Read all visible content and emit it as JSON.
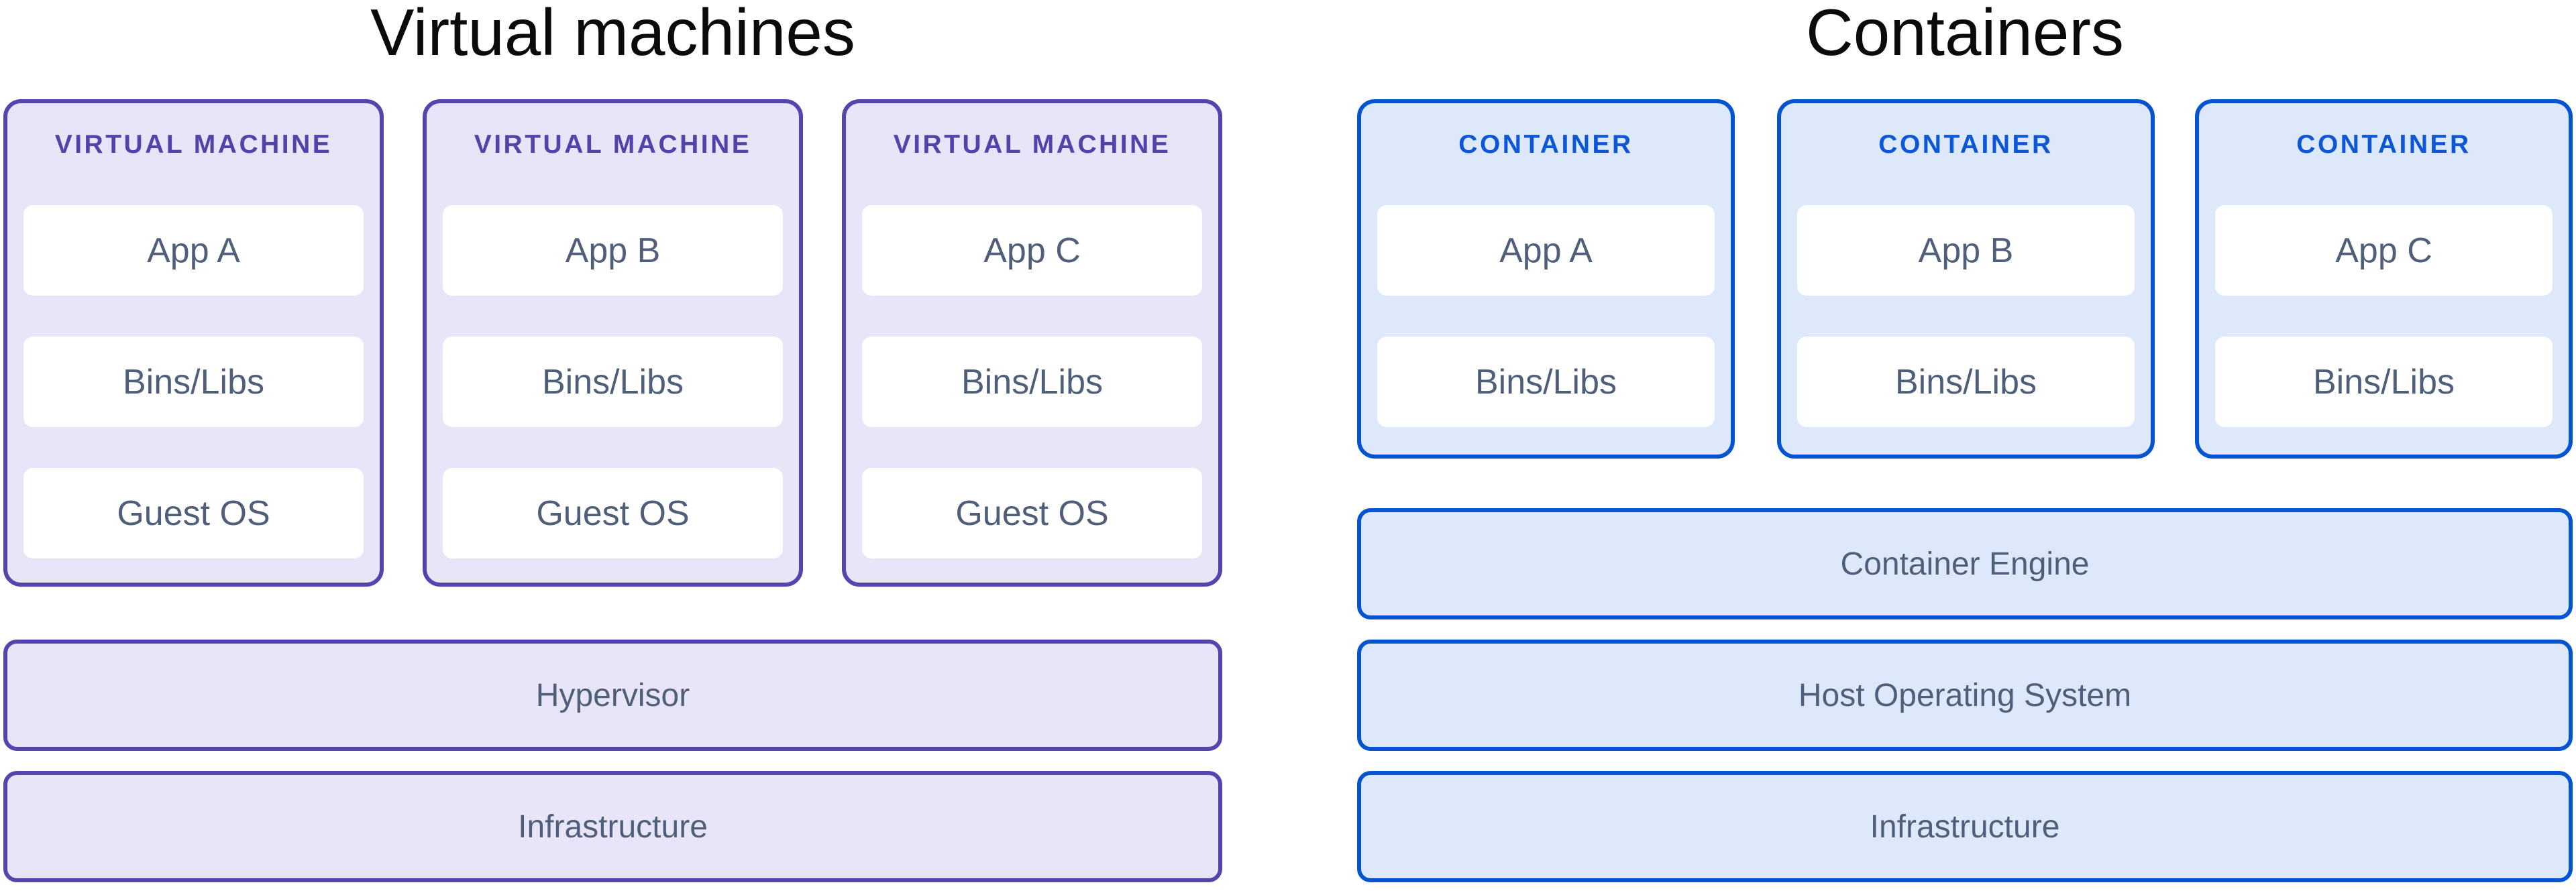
{
  "vm": {
    "title": "Virtual machines",
    "header": "VIRTUAL MACHINE",
    "cards": [
      {
        "layers": [
          "App A",
          "Bins/Libs",
          "Guest OS"
        ]
      },
      {
        "layers": [
          "App B",
          "Bins/Libs",
          "Guest OS"
        ]
      },
      {
        "layers": [
          "App C",
          "Bins/Libs",
          "Guest OS"
        ]
      }
    ],
    "bars": [
      {
        "label": "Hypervisor"
      },
      {
        "label": "Infrastructure"
      }
    ],
    "colors": {
      "border": "#5344AE",
      "fill": "#E9E5F9",
      "header_text": "#5243AA"
    }
  },
  "containers": {
    "title": "Containers",
    "header": "CONTAINER",
    "cards": [
      {
        "layers": [
          "App A",
          "Bins/Libs"
        ]
      },
      {
        "layers": [
          "App B",
          "Bins/Libs"
        ]
      },
      {
        "layers": [
          "App C",
          "Bins/Libs"
        ]
      }
    ],
    "bars": [
      {
        "label": "Container Engine"
      },
      {
        "label": "Host Operating System"
      },
      {
        "label": "Infrastructure"
      }
    ],
    "colors": {
      "border": "#0453D1",
      "fill": "#DDE9FB",
      "header_text": "#0B57D6"
    }
  },
  "colors": {
    "title_text": "#0B0B0D",
    "layer_label_text": "#505F79",
    "layer_fill": "#FFFFFF",
    "background": "#FFFFFF"
  }
}
